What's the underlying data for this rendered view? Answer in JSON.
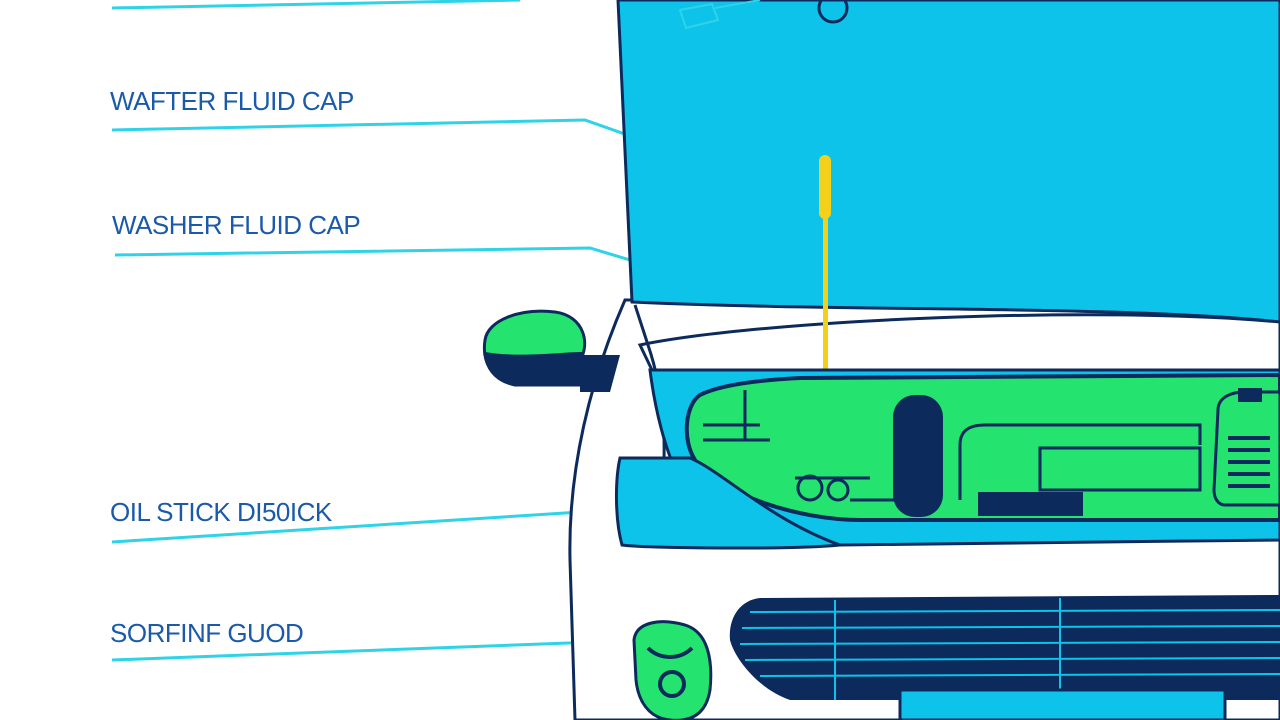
{
  "labels": [
    {
      "text": "WAFTER FLUID CAP"
    },
    {
      "text": "WASHER FLUID CAP"
    },
    {
      "text": "OIL STICK DI50ICK"
    },
    {
      "text": "SORFINF GUOD"
    }
  ],
  "colors": {
    "label_text": "#1a5aa8",
    "leader_line": "#2fd3e8",
    "hood": "#0ec3ea",
    "engine_green": "#24e36f",
    "outline_navy": "#0d2a5c",
    "dipstick_yellow": "#f3d11a",
    "body_white": "#ffffff"
  }
}
